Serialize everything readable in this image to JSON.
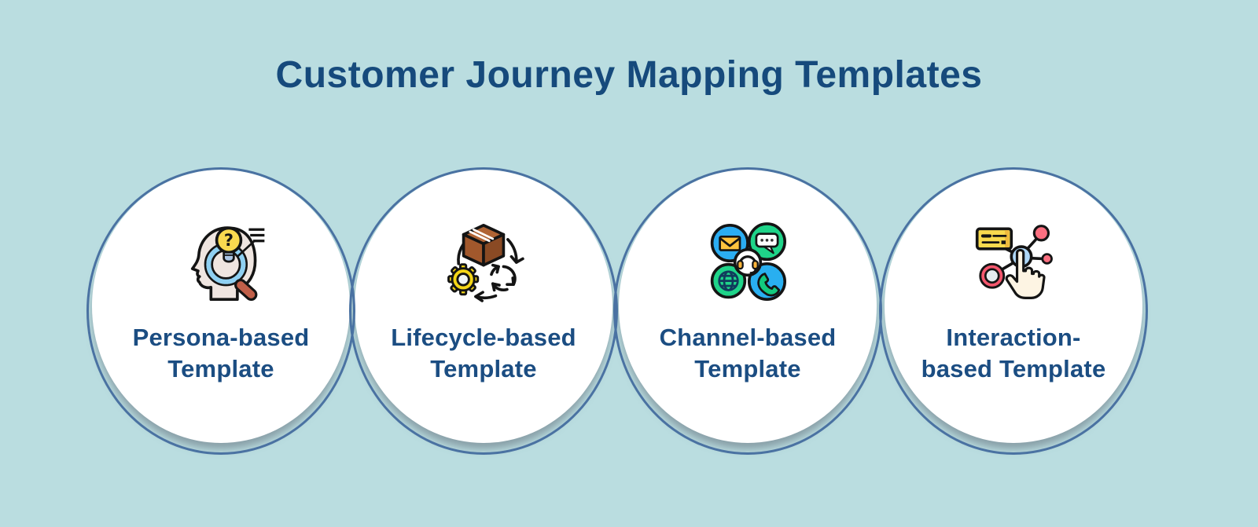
{
  "title": "Customer Journey Mapping Templates",
  "colors": {
    "background": "#badde0",
    "title_text": "#164a7c",
    "label_text": "#1b4d82",
    "circle_border": "#4a72a2",
    "circle_fill": "#ffffff",
    "icon_blue": "#2badf2",
    "icon_green": "#1fd489",
    "icon_yellow": "#f8da4e",
    "icon_pink": "#fb6f80",
    "icon_brown": "#a2582c"
  },
  "cards": [
    {
      "id": "persona",
      "icon": "persona-research-icon",
      "lines": [
        "Persona-based",
        "Template"
      ]
    },
    {
      "id": "lifecycle",
      "icon": "lifecycle-process-icon",
      "lines": [
        "Lifecycle-based",
        "Template"
      ]
    },
    {
      "id": "channel",
      "icon": "communication-channels-icon",
      "lines": [
        "Channel-based",
        "Template"
      ]
    },
    {
      "id": "interaction",
      "icon": "interaction-tap-icon",
      "lines": [
        "Interaction-",
        "based Template"
      ]
    }
  ]
}
